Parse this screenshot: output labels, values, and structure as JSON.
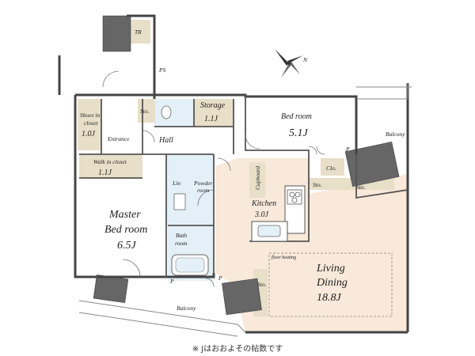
{
  "colors": {
    "wall": "#555555",
    "wet_area": "#e4f0f7",
    "storage": "#e8dfc8",
    "living": "#f8e9da",
    "room": "#ffffff"
  },
  "compass": {
    "label": "N"
  },
  "rooms": {
    "tr": "TR",
    "ps": "PS",
    "sto_top": "Sto.",
    "storage": {
      "name": "Storage",
      "size": "1.1J"
    },
    "bedroom": {
      "name": "Bed room",
      "size": "5.1J"
    },
    "balcony_right": "Balcony",
    "shoes_closet": {
      "name_line1": "Shoes in",
      "name_line2": "closet",
      "size": "1.0J"
    },
    "entrance": "Entrance",
    "hall": "Hall",
    "walk_in_closet": {
      "name": "Walk in closet",
      "size": "1.1J"
    },
    "clo": "Clo.",
    "p_top": "P",
    "lin": "Lin",
    "powder_room": {
      "line1": "Powder",
      "line2": "room"
    },
    "cupboard": "Cupboard",
    "sto_mid1": "Sto.",
    "sto_mid2": "Sto.",
    "kitchen": {
      "name": "Kitchen",
      "size": "3.0J"
    },
    "master_bedroom": {
      "line1": "Master",
      "line2": "Bed room",
      "size": "6.5J"
    },
    "bath_room": {
      "line1": "Bath",
      "line2": "room"
    },
    "floor_heating": "floor heating",
    "living_dining": {
      "line1": "Living",
      "line2": "Dining",
      "size": "18.8J"
    },
    "p_bath": "P",
    "p_bottom": "P",
    "sto_bottom": "Sto.",
    "balcony_bottom": "Balcony"
  },
  "footnote": "※ Jはおおよその帖数です"
}
